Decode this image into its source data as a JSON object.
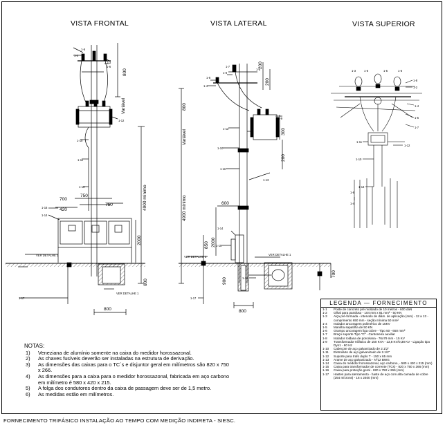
{
  "titles": {
    "frontal": "VISTA FRONTAL",
    "lateral": "VISTA LATERAL",
    "superior": "VISTA SUPERIOR"
  },
  "labels": {
    "ver_detalhe_1": "VER DETALHE 1",
    "ver_detalhe_2": "VER DETALHE 2",
    "variavel": "Variável",
    "h4900": "4900 mínimo"
  },
  "dims": {
    "d600": "600",
    "d800": "800",
    "d750": "750",
    "d700": "700",
    "d420": "420",
    "d2000": "2000",
    "d200": "200",
    "d300": "300",
    "d900": "900",
    "d850": "850"
  },
  "notes": {
    "title": "NOTAS:",
    "items": [
      {
        "n": "1)",
        "t": "Veneziana de alumínio somente na caixa do medidor horossazonal."
      },
      {
        "n": "2)",
        "t": "As chaves fusíveis deverão ser instaladas na estrutura de derivação."
      },
      {
        "n": "3)",
        "t": "As dimensões das caixas para o TC´s e disjuntor geral em milímetros são 820 x 750 x 266."
      },
      {
        "n": "4)",
        "t": "As dimensões para a caixa para o medidor horossazonal, fabricada em aço carbono em milímetro é 580 x 420 x 215."
      },
      {
        "n": "5)",
        "t": "A folga dos condutores dentro da caixa de passagem deve ser de 1,5 metro."
      },
      {
        "n": "6)",
        "t": "As medidas estão em milímetros."
      }
    ]
  },
  "footer": "FORNECIMENTO TRIFÁSICO INSTALAÇÃO AO TEMPO COM MEDIÇÃO INDIRETA - SIESC.",
  "legend": {
    "title": "LEGENDA  —  FORNECIMENTO",
    "items": [
      {
        "c": "1-1",
        "t": "Poste de concreto pré moldado de 10 metros - 600 daN"
      },
      {
        "c": "1-2",
        "t": "Olhal para parafuso - 104 mm x 81 mm² - 50 KN"
      },
      {
        "c": "1-3",
        "t": "Alça pré-formada - intervalo de diâm. de aplicação (mm) - 12 a 13 - comprimento 650 mm - seção mínima 50 mm²"
      },
      {
        "c": "1-4",
        "t": "Isolador ancoragem polimérico de 15KV"
      },
      {
        "c": "1-5",
        "t": "Manilha sapatilha de 50 KN"
      },
      {
        "c": "1-6",
        "t": "Grampo ancoragem liga cobre - Tipo 50 - 650 mm²"
      },
      {
        "c": "1-7",
        "t": "Braço suporte Tipo \"C\" - Cantoneira auxiliar"
      },
      {
        "c": "1-8",
        "t": "Isolador roldana de porcelana - 76x79 mm - 15 KV"
      },
      {
        "c": "1-9",
        "t": "Transformador trifásico de 150 KVA - 13,8 KV/0,38 KV - Ligação tipo Dyn1 - 60 Hz"
      },
      {
        "c": "1-10",
        "t": "Cabeçote de aço galvanizado de 2.1/2\""
      },
      {
        "c": "1-11",
        "t": "Eletroduto de aço galvanizado de 2.1/2\""
      },
      {
        "c": "1-12",
        "t": "Suporte para trafo duplo T - 150 x 65 mm"
      },
      {
        "c": "1-13",
        "t": "Arame de aço galvanizado - Nº12 BWG"
      },
      {
        "c": "1-14",
        "t": "Caixa do medidor horossazonal, aço carbono, - 580 x 420 x 215 (mm)"
      },
      {
        "c": "1-15",
        "t": "Caixa para transformador de corrente (TCs) - 820 x 750 x 266 (mm)"
      },
      {
        "c": "1-16",
        "t": "Caixa para proteção geral - 820 x 750 x 266 (mm)"
      },
      {
        "c": "1-17",
        "t": "Hastes para aterramento - haste de aço com alta camada de cobre (254 mícrons) - 16 x 2400 (mm)"
      }
    ]
  },
  "colors": {
    "line": "#000000",
    "earth": "#bfbfbf",
    "background": "#ffffff"
  },
  "icons": {
    "lamps": "insulator-bulb-icon"
  }
}
